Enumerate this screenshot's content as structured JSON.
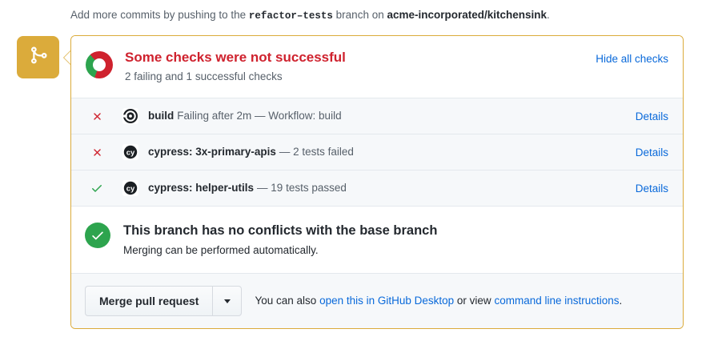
{
  "push_notice": {
    "prefix": "Add more commits by pushing to the",
    "branch": "refactor–tests",
    "middle": "branch on",
    "repo": "acme-incorporated/kitchensink",
    "suffix": "."
  },
  "timeline": {
    "icon": "git-merge-icon",
    "badge_color": "#dbab3b"
  },
  "checks": {
    "title": "Some checks were not successful",
    "subtitle": "2 failing and 1 successful checks",
    "hide_all_label": "Hide all checks",
    "title_color": "#cf222e",
    "donut": {
      "success_color": "#2da44e",
      "failure_color": "#cf222e",
      "success_count": 1,
      "failure_count": 2
    },
    "rows": [
      {
        "status": "failure",
        "status_icon": "x-icon",
        "avatar_icon": "github-actions-icon",
        "context": "build",
        "description": "Failing after 2m — Workflow: build",
        "details_label": "Details"
      },
      {
        "status": "failure",
        "status_icon": "x-icon",
        "avatar_icon": "cypress-icon",
        "context": "cypress: 3x-primary-apis",
        "description": "— 2 tests failed",
        "details_label": "Details"
      },
      {
        "status": "success",
        "status_icon": "check-icon",
        "avatar_icon": "cypress-icon",
        "context": "cypress: helper-utils",
        "description": "— 19 tests passed",
        "details_label": "Details"
      }
    ]
  },
  "conflicts": {
    "icon": "check-circle-icon",
    "icon_color": "#2da44e",
    "title": "This branch has no conflicts with the base branch",
    "subtitle": "Merging can be performed automatically."
  },
  "merge_actions": {
    "merge_label": "Merge pull request",
    "caret_icon": "chevron-down-icon",
    "hint_prefix": "You can also",
    "desktop_link": "open this in GitHub Desktop",
    "hint_middle": "or view",
    "cli_link": "command line instructions",
    "hint_suffix": "."
  }
}
